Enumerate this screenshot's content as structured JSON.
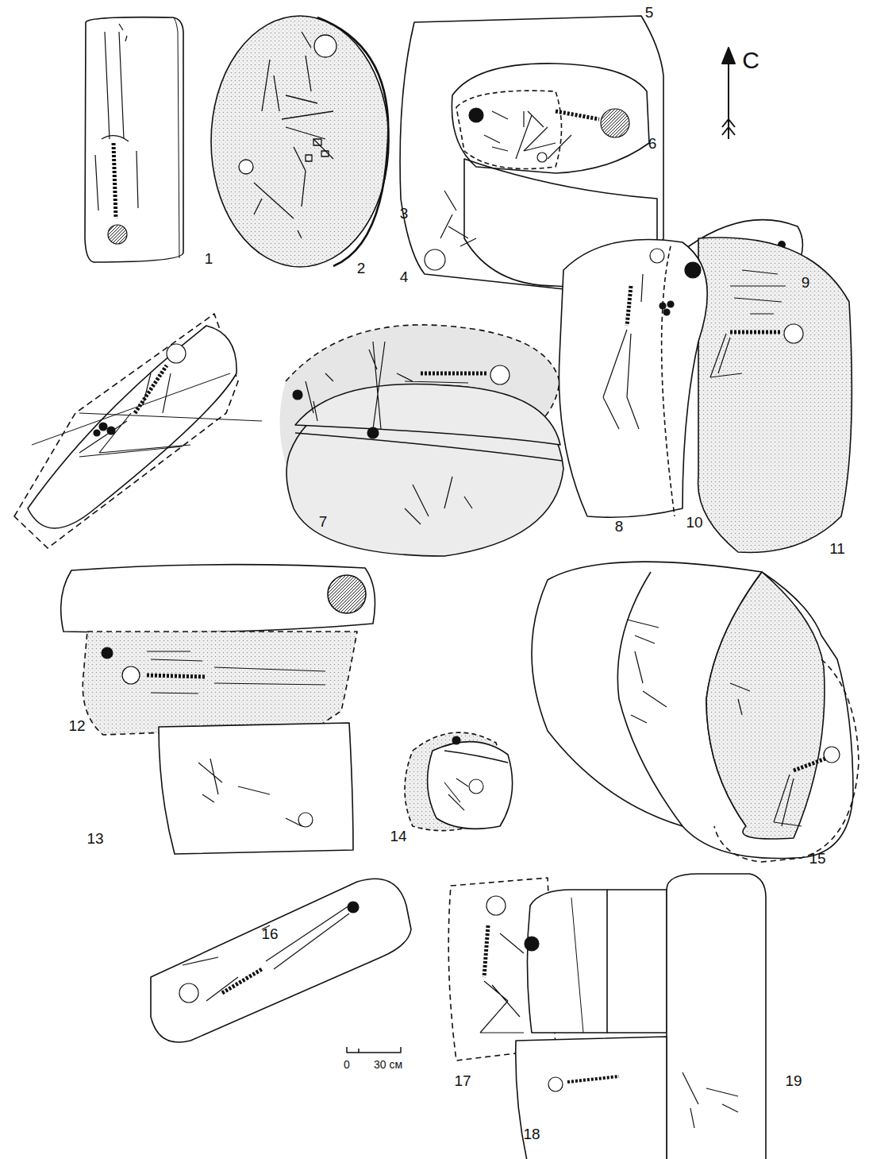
{
  "diagram": {
    "labels": [
      "1",
      "2",
      "5",
      "С",
      "6",
      "3",
      "4",
      "9",
      "7",
      "8",
      "10",
      "11",
      "12",
      "13",
      "14",
      "15",
      "16",
      "0",
      "30 см",
      "17",
      "19",
      "18"
    ]
  }
}
